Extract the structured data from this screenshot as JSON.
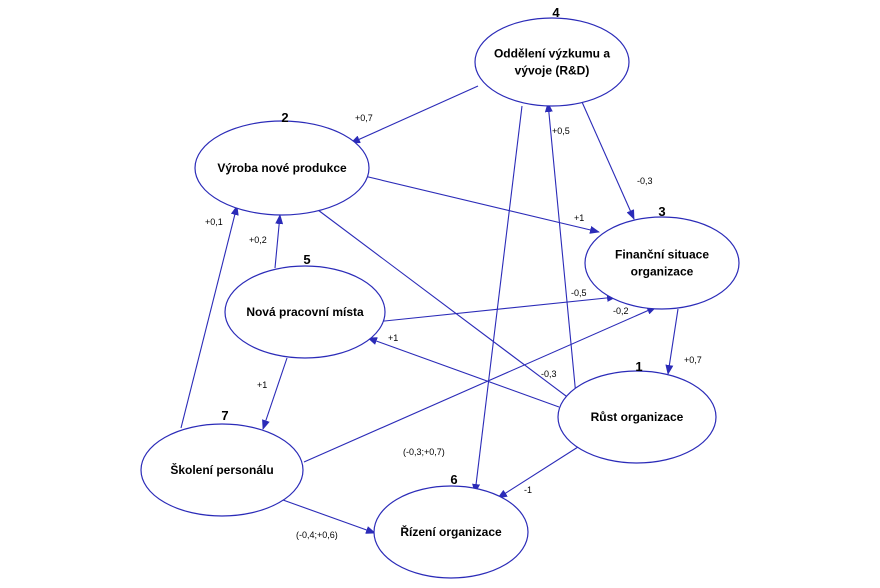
{
  "nodes": [
    {
      "id": "n4",
      "number": "4",
      "lines": [
        "Oddělení výzkumu a",
        "vývoje (R&D)"
      ]
    },
    {
      "id": "n2",
      "number": "2",
      "lines": [
        "Výroba nové produkce"
      ]
    },
    {
      "id": "n3",
      "number": "3",
      "lines": [
        "Finanční situace",
        "organizace"
      ]
    },
    {
      "id": "n5",
      "number": "5",
      "lines": [
        "Nová pracovní místa"
      ]
    },
    {
      "id": "n1",
      "number": "1",
      "lines": [
        "Růst organizace"
      ]
    },
    {
      "id": "n7",
      "number": "7",
      "lines": [
        "Školení personálu"
      ]
    },
    {
      "id": "n6",
      "number": "6",
      "lines": [
        "Řízení organizace"
      ]
    }
  ],
  "edges": [
    {
      "id": "e4-2",
      "from": "n4",
      "to": "n2",
      "label": "+0,7"
    },
    {
      "id": "e4-3",
      "from": "n4",
      "to": "n3",
      "label": "-0,3"
    },
    {
      "id": "e1-4",
      "from": "n1",
      "to": "n4",
      "label": "+0,5"
    },
    {
      "id": "e4-6",
      "from": "n4",
      "to": "n6",
      "label": "(-0,3;+0,7)"
    },
    {
      "id": "e2-3",
      "from": "n2",
      "to": "n3",
      "label": "+1"
    },
    {
      "id": "e2-1",
      "from": "n2",
      "to": "n1",
      "label": "-0,3"
    },
    {
      "id": "e5-2",
      "from": "n5",
      "to": "n2",
      "label": "+0,2"
    },
    {
      "id": "e5-3",
      "from": "n5",
      "to": "n3",
      "label": "-0,5"
    },
    {
      "id": "e7-3",
      "from": "n7",
      "to": "n3",
      "label": "-0,2"
    },
    {
      "id": "e3-1",
      "from": "n3",
      "to": "n1",
      "label": "+0,7"
    },
    {
      "id": "e1-5",
      "from": "n1",
      "to": "n5",
      "label": "+1"
    },
    {
      "id": "e5-7",
      "from": "n5",
      "to": "n7",
      "label": "+1"
    },
    {
      "id": "e7-2",
      "from": "n7",
      "to": "n2",
      "label": "+0,1"
    },
    {
      "id": "e1-6",
      "from": "n1",
      "to": "n6",
      "label": "-1"
    },
    {
      "id": "e7-6",
      "from": "n7",
      "to": "n6",
      "label": "(-0,4;+0,6)"
    }
  ]
}
